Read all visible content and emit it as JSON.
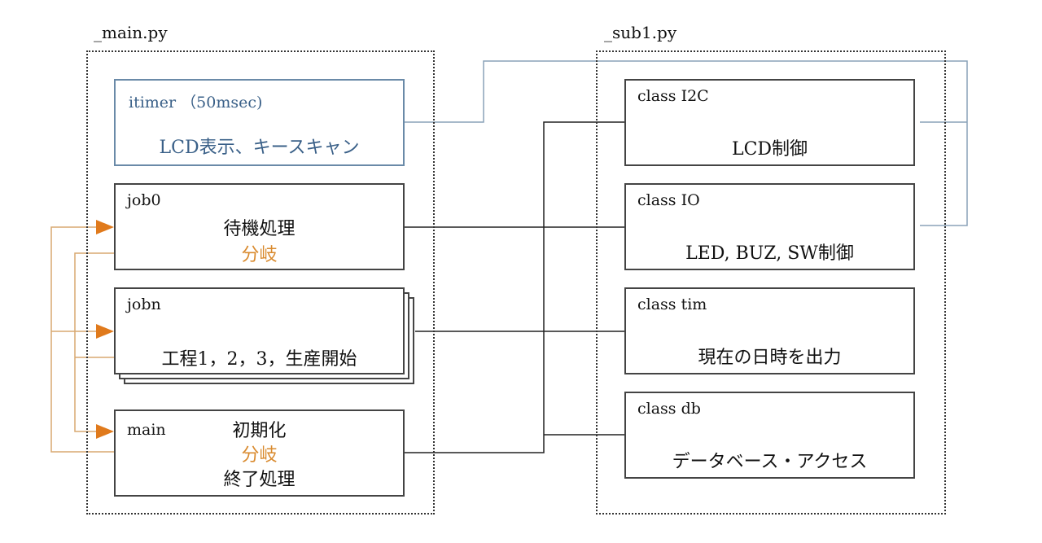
{
  "modules": {
    "main": {
      "label": "_main.py"
    },
    "sub": {
      "label": "_sub1.py"
    }
  },
  "main_boxes": {
    "itimer": {
      "title": "itimer （50msec)",
      "body": "LCD表示、キースキャン"
    },
    "job0": {
      "title": "job0",
      "line1": "待機処理",
      "line2": "分岐"
    },
    "jobn": {
      "title": "jobn",
      "body": "工程1，2，3，生産開始"
    },
    "main": {
      "title": "main",
      "line1": "初期化",
      "line2": "分岐",
      "line3": "終了処理"
    }
  },
  "sub_boxes": {
    "i2c": {
      "title": "class I2C",
      "body": "LCD制御"
    },
    "io": {
      "title": "class IO",
      "body": "LED, BUZ, SW制御"
    },
    "tim": {
      "title": "class tim",
      "body": "現在の日時を出力"
    },
    "db": {
      "title": "class db",
      "body": "データベース・アクセス"
    }
  },
  "colors": {
    "blue_link": "#6a8aa8",
    "black_link": "#222222",
    "orange_flow": "#e07a1c",
    "orange_line": "#d8a870",
    "orange_text": "#d98a2e",
    "blue_text": "#3a6088"
  }
}
